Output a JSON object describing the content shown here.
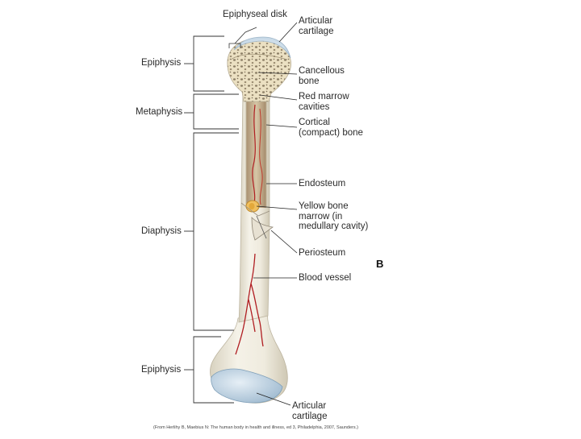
{
  "diagram": {
    "region_labels": {
      "epiphysis_top": "Epiphysis",
      "metaphysis": "Metaphysis",
      "diaphysis": "Diaphysis",
      "epiphysis_bottom": "Epiphysis"
    },
    "structure_labels": {
      "epiphyseal_disk": "Epiphyseal disk",
      "articular_cartilage_top": "Articular\ncartilage",
      "cancellous_bone": "Cancellous\nbone",
      "red_marrow": "Red marrow\ncavities",
      "cortical_bone": "Cortical\n(compact) bone",
      "endosteum": "Endosteum",
      "yellow_marrow": "Yellow bone\nmarrow (in\nmedullary cavity)",
      "periosteum": "Periosteum",
      "blood_vessel": "Blood vessel",
      "articular_cartilage_bottom": "Articular\ncartilage"
    },
    "panel_letter": "B",
    "credit": "(From Herlihy B, Maebius N: The human body in health and illness, ed 3, Philadelphia, 2007, Saunders.)",
    "colors": {
      "bone_shaft": "#f2eee2",
      "bone_shadow": "#d9d3c1",
      "cancellous": "#e9dfc0",
      "cancellous_pore": "#8c7f66",
      "cartilage": "#c9dbe8",
      "cartilage_edge": "#9fb6c9",
      "marrow_cavity": "#c8b79a",
      "red_marrow": "#a56b4d",
      "yellow_marrow": "#f0c060",
      "blood_vessel": "#b01e22",
      "leader": "#222222"
    }
  }
}
